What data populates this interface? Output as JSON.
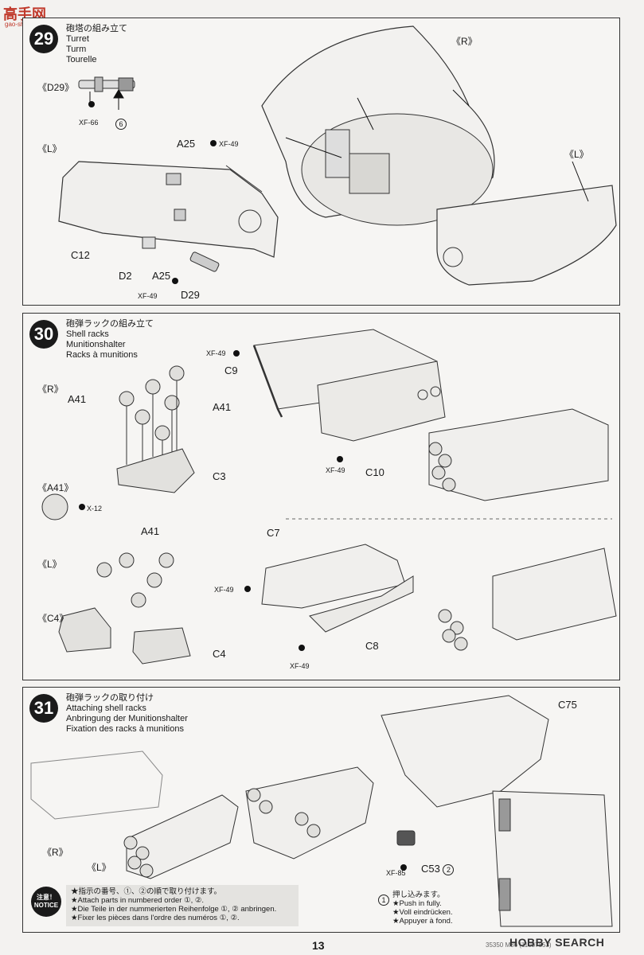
{
  "watermark_top": {
    "logo": "高手网",
    "url": "gao-shou.com"
  },
  "steps": [
    {
      "number": "29",
      "title_jp": "砲塔の組み立て",
      "title_en": "Turret",
      "title_de": "Turm",
      "title_fr": "Tourelle",
      "labels": {
        "d29_tag": "《D29》",
        "xf66": "XF-66",
        "six": "6",
        "l_tag": "《L》",
        "a25_top": "A25",
        "xf49_top": "XF-49",
        "c12": "C12",
        "d2": "D2",
        "a25_bottom": "A25",
        "xf49_bottom": "XF-49",
        "d29": "D29",
        "r_tag": "《R》",
        "l_tag_right": "《L》"
      }
    },
    {
      "number": "30",
      "title_jp": "砲弾ラックの組み立て",
      "title_en": "Shell racks",
      "title_de": "Munitionshalter",
      "title_fr": "Racks à munitions",
      "labels": {
        "r_tag": "《R》",
        "a41_left": "A41",
        "a41_right": "A41",
        "c3": "C3",
        "a41_tag": "《A41》",
        "x12": "X-12",
        "xf49_c9": "XF-49",
        "c9": "C9",
        "xf49_c10": "XF-49",
        "c10": "C10",
        "a41_lower": "A41",
        "l_tag": "《L》",
        "c4_tag": "《C4》",
        "c4": "C4",
        "c7": "C7",
        "xf49_c7": "XF-49",
        "c8": "C8",
        "xf49_c8": "XF-49"
      }
    },
    {
      "number": "31",
      "title_jp": "砲弾ラックの取り付け",
      "title_en": "Attaching shell racks",
      "title_de": "Anbringung der Munitionshalter",
      "title_fr": "Fixation des racks à munitions",
      "labels": {
        "c75": "C75",
        "r_tag": "《R》",
        "l_tag": "《L》",
        "xf85": "XF-85",
        "c53": "C53",
        "two": "2",
        "one": "1"
      },
      "notice": {
        "badge_jp": "注意！",
        "badge_en": "NOTICE",
        "line1": "★指示の番号、①、②の順で取り付けます。",
        "line2": "★Attach parts in numbered order ①, ②.",
        "line3": "★Die Teile in der nummerierten Reihenfolge ①, ② anbringen.",
        "line4": "★Fixer les pièces dans l'ordre des numéros ①, ②."
      },
      "push": {
        "line1": "押し込みます。",
        "line2": "★Push in fully.",
        "line3": "★Voll eindrücken.",
        "line4": "★Appuyer à fond."
      }
    }
  ],
  "footer": {
    "page_number": "13",
    "code": "35350 M36 (11057853)",
    "watermark": "HOBBY SEARCH"
  }
}
